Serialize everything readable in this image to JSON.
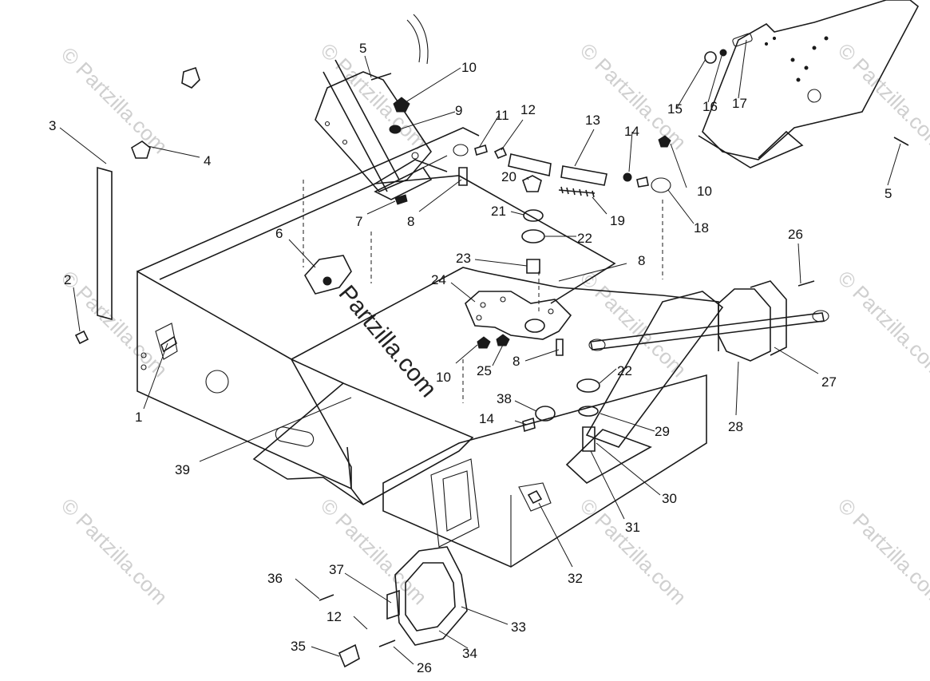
{
  "watermark": "© Partzilla.com",
  "center_watermark": "Partzilla.com",
  "callouts": [
    {
      "id": "c1",
      "text": "1"
    },
    {
      "id": "c2",
      "text": "2"
    },
    {
      "id": "c3",
      "text": "3"
    },
    {
      "id": "c4",
      "text": "4"
    },
    {
      "id": "c5a",
      "text": "5"
    },
    {
      "id": "c5b",
      "text": "5"
    },
    {
      "id": "c6",
      "text": "6"
    },
    {
      "id": "c7",
      "text": "7"
    },
    {
      "id": "c8a",
      "text": "8"
    },
    {
      "id": "c8b",
      "text": "8"
    },
    {
      "id": "c8c",
      "text": "8"
    },
    {
      "id": "c9",
      "text": "9"
    },
    {
      "id": "c10a",
      "text": "10"
    },
    {
      "id": "c10b",
      "text": "10"
    },
    {
      "id": "c10c",
      "text": "10"
    },
    {
      "id": "c11",
      "text": "11"
    },
    {
      "id": "c12a",
      "text": "12"
    },
    {
      "id": "c12b",
      "text": "12"
    },
    {
      "id": "c13",
      "text": "13"
    },
    {
      "id": "c14a",
      "text": "14"
    },
    {
      "id": "c14b",
      "text": "14"
    },
    {
      "id": "c15",
      "text": "15"
    },
    {
      "id": "c16",
      "text": "16"
    },
    {
      "id": "c17",
      "text": "17"
    },
    {
      "id": "c18",
      "text": "18"
    },
    {
      "id": "c19",
      "text": "19"
    },
    {
      "id": "c20",
      "text": "20"
    },
    {
      "id": "c21",
      "text": "21"
    },
    {
      "id": "c22a",
      "text": "22"
    },
    {
      "id": "c22b",
      "text": "22"
    },
    {
      "id": "c23",
      "text": "23"
    },
    {
      "id": "c24",
      "text": "24"
    },
    {
      "id": "c25",
      "text": "25"
    },
    {
      "id": "c26a",
      "text": "26"
    },
    {
      "id": "c26b",
      "text": "26"
    },
    {
      "id": "c27",
      "text": "27"
    },
    {
      "id": "c28",
      "text": "28"
    },
    {
      "id": "c29",
      "text": "29"
    },
    {
      "id": "c30",
      "text": "30"
    },
    {
      "id": "c31",
      "text": "31"
    },
    {
      "id": "c32",
      "text": "32"
    },
    {
      "id": "c33",
      "text": "33"
    },
    {
      "id": "c34",
      "text": "34"
    },
    {
      "id": "c35",
      "text": "35"
    },
    {
      "id": "c36",
      "text": "36"
    },
    {
      "id": "c37",
      "text": "37"
    },
    {
      "id": "c38",
      "text": "38"
    },
    {
      "id": "c39",
      "text": "39"
    }
  ]
}
